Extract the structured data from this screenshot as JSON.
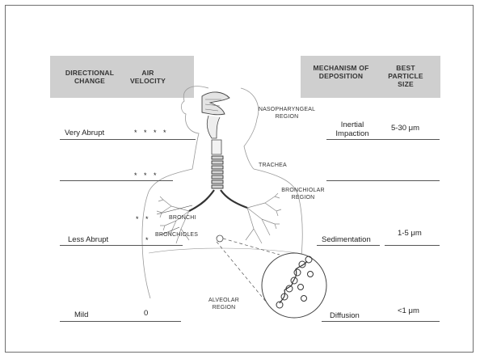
{
  "headers": {
    "directional_change": "DIRECTIONAL CHANGE",
    "air_velocity": "AIR VELOCITY",
    "mechanism": "MECHANISM OF DEPOSITION",
    "particle_size": "BEST PARTICLE SIZE"
  },
  "rows": [
    {
      "change": "Very Abrupt",
      "velocity": "* * * *",
      "mechanism": "Inertial Impaction",
      "size": "5-30 μm"
    },
    {
      "change": "",
      "velocity": "* * *",
      "mechanism": "",
      "size": ""
    },
    {
      "change": "",
      "velocity": "* *",
      "mechanism": "",
      "size": ""
    },
    {
      "change": "Less Abrupt",
      "velocity": "*",
      "mechanism": "Sedimentation",
      "size": "1-5 μm"
    },
    {
      "change": "Mild",
      "velocity": "0",
      "mechanism": "Diffusion",
      "size": "<1 μm"
    }
  ],
  "regions": {
    "nasopharyngeal": "NASOPHARYNGEAL REGION",
    "trachea": "TRACHEA",
    "bronchiolar": "BRONCHIOLAR REGION",
    "bronchi": "BRONCHI",
    "bronchioles": "BRONCHIOLES",
    "alveolar": "ALVEOLAR REGION"
  },
  "colors": {
    "header_bg": "#cfcfcf",
    "line": "#555555"
  }
}
